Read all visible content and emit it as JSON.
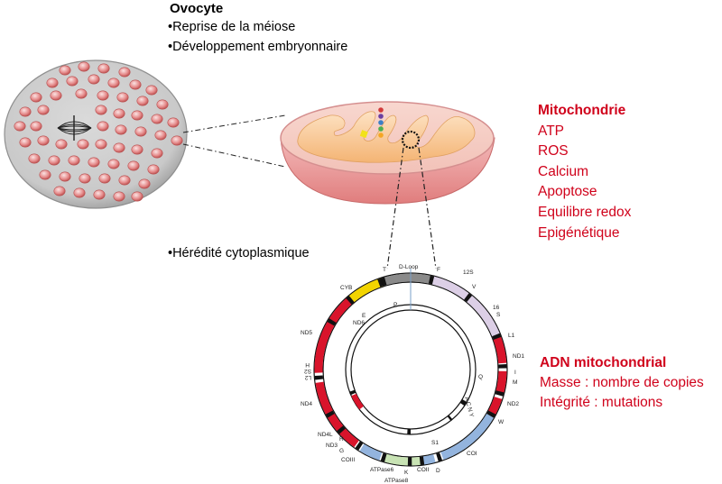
{
  "oocyte": {
    "title": "Ovocyte",
    "bullets": [
      "•Reprise de la méiose",
      "•Développement embryonnaire"
    ]
  },
  "heredity": {
    "bullet": "•Hérédité cytoplasmique"
  },
  "mitochondria": {
    "title": "Mitochondrie",
    "items": [
      "ATP",
      "ROS",
      "Calcium",
      "Apoptose",
      "Equilibre redox",
      "Epigénétique"
    ]
  },
  "mtdna": {
    "title": "ADN mitochondrial",
    "items": [
      "Masse : nombre de copies",
      "Intégrité : mutations"
    ]
  },
  "genome_map": {
    "labels": {
      "dloop": "D-Loop",
      "t": "T",
      "f": "F",
      "s12": "12S",
      "v": "V",
      "s16": "16",
      "s16b": "S",
      "l1": "L1",
      "nd1": "ND1",
      "i": "I",
      "m": "M",
      "nd2": "ND2",
      "w": "W",
      "coi": "COI",
      "d": "D",
      "coii": "COII",
      "k": "K",
      "atpase6": "ATPase6",
      "atpase8": "ATPase8",
      "coiii": "COIII",
      "g": "G",
      "nd3": "ND3",
      "r": "R",
      "nd4l": "ND4L",
      "nd4": "ND4",
      "l2": "L2",
      "s2": "S2",
      "h": "H",
      "nd5": "ND5",
      "cyb": "CYB",
      "nd6": "ND6",
      "e": "E",
      "p": "P",
      "q": "Q",
      "s1": "S1",
      "acn": "A C N Y"
    },
    "colors": {
      "red": "#d9142b",
      "yellow": "#f2d400",
      "grey": "#8a8a8a",
      "lilac": "#dccfe6",
      "blue": "#93b4de",
      "green": "#c8e3b4",
      "black": "#111111"
    }
  },
  "colors": {
    "accent_red": "#d0021b",
    "oocyte_fill": "#d4d4d4",
    "mito_pink": "#f1c6c6",
    "mito_cristae": "#f7c48a"
  }
}
